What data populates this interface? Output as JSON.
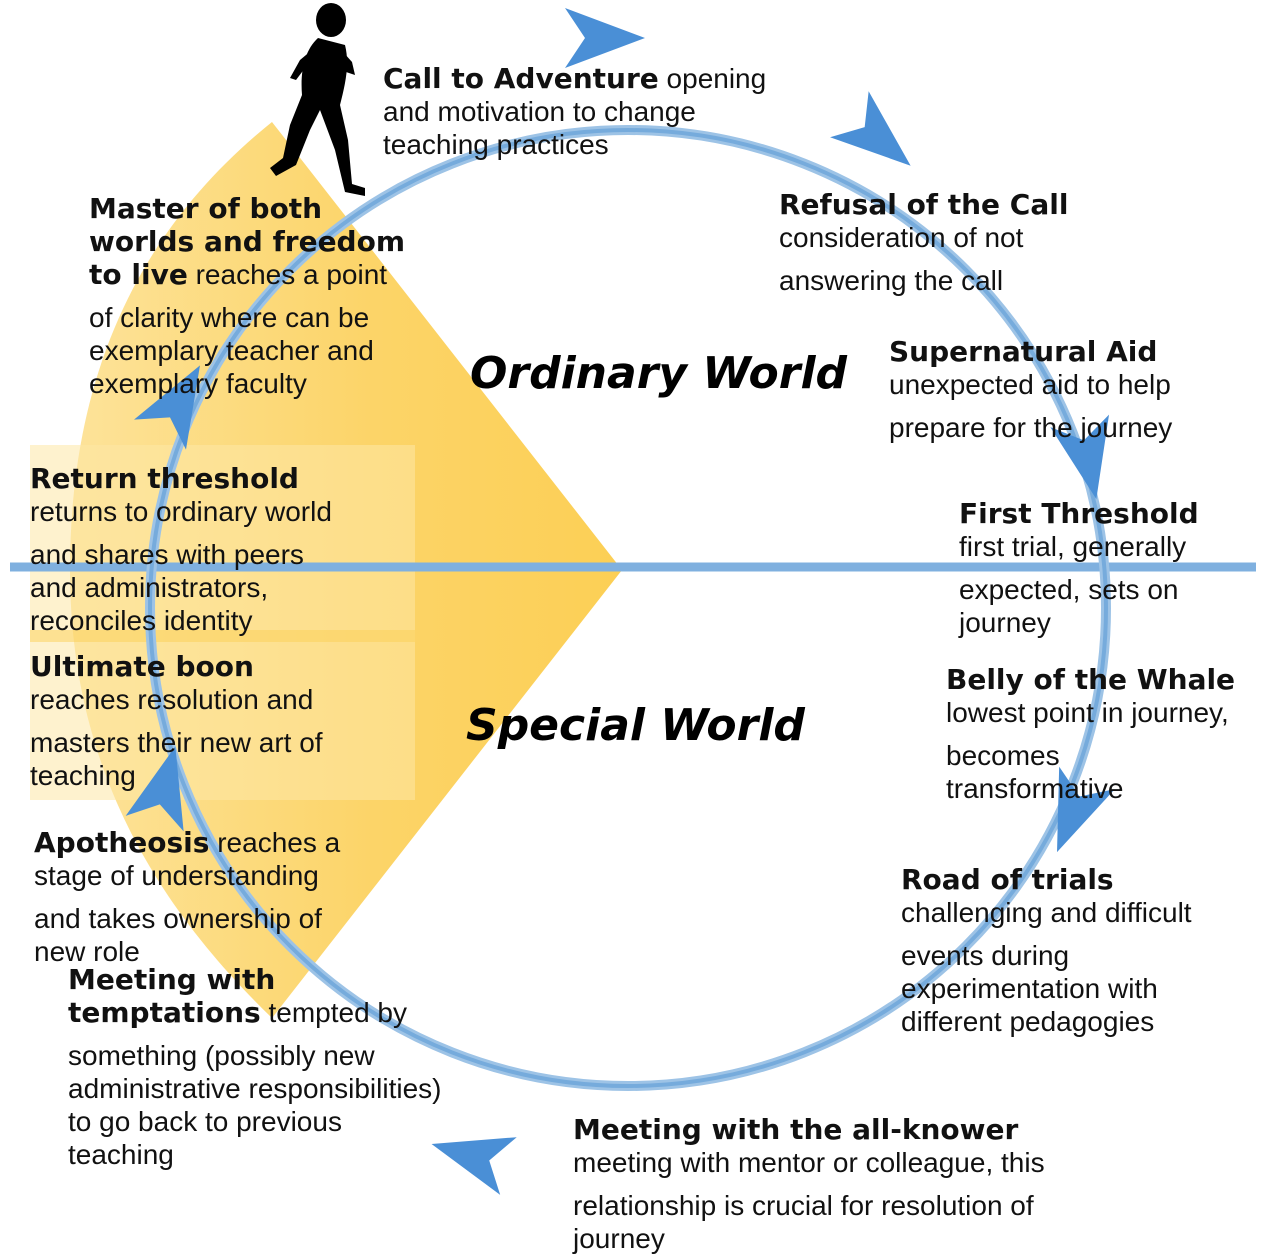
{
  "worlds": {
    "ordinary": "Ordinary World",
    "special": "Special World"
  },
  "stages": [
    {
      "title": "Call to Adventure",
      "lines": [
        "opening",
        "and motivation to change",
        "teaching practices"
      ]
    },
    {
      "title": "Refusal of the Call",
      "lines": [
        "consideration of not",
        "answering the call"
      ]
    },
    {
      "title": "Supernatural Aid",
      "lines": [
        "unexpected aid to help",
        "prepare for the journey"
      ]
    },
    {
      "title": "First Threshold",
      "lines": [
        "first trial, generally",
        "expected, sets on",
        "journey"
      ]
    },
    {
      "title": "Belly of the Whale",
      "lines": [
        "lowest point in journey,",
        "becomes",
        "transformative"
      ]
    },
    {
      "title": "Road of trials",
      "lines": [
        "challenging and difficult",
        "events during",
        "experimentation with",
        "different pedagogies"
      ]
    },
    {
      "title": "Meeting with the all-knower",
      "lines": [
        "meeting with mentor or colleague, this",
        "relationship is crucial for resolution of",
        "journey"
      ]
    },
    {
      "title_lines": [
        "Meeting with",
        "temptations"
      ],
      "lines": [
        "tempted by",
        "something (possibly new",
        "administrative responsibilities)",
        "to go back to previous",
        "teaching"
      ]
    },
    {
      "title": "Apotheosis",
      "lines": [
        "reaches a",
        "stage of understanding",
        "and takes ownership of",
        "new role"
      ]
    },
    {
      "title": "Ultimate boon",
      "lines": [
        "reaches resolution and",
        "masters their new art of",
        "teaching"
      ]
    },
    {
      "title": "Return threshold",
      "lines": [
        "returns to ordinary world",
        "and shares with peers",
        "and administrators,",
        "reconciles identity"
      ]
    },
    {
      "title_lines": [
        "Master of both",
        "worlds and freedom",
        "to live"
      ],
      "lines": [
        "reaches a point",
        "of clarity where can be",
        "exemplary teacher and",
        "exemplary faculty"
      ]
    }
  ],
  "colors": {
    "circle": "#5b9bd5",
    "circle_light": "#9dc3e6",
    "arrow": "#4a8fd6",
    "pyramid": "#fcd468",
    "pyramid_light": "#fde7a6",
    "runner": "#000000"
  },
  "icons": [
    "runner-silhouette",
    "direction-arrow"
  ]
}
